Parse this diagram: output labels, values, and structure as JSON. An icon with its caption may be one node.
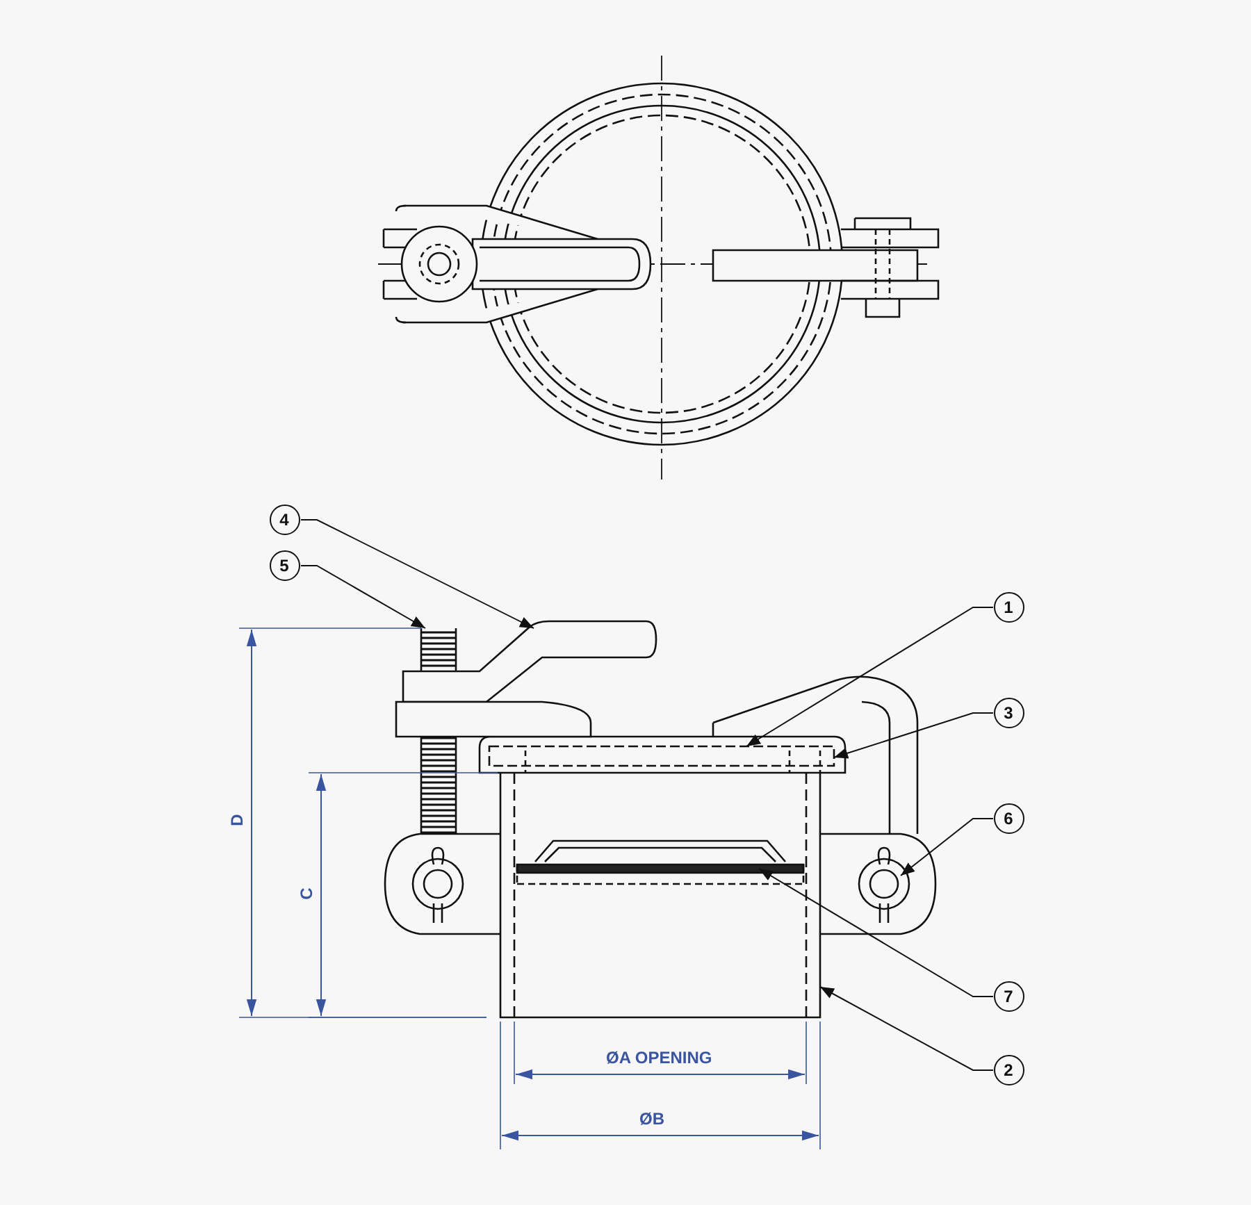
{
  "diagram": {
    "nodes": [
      {
        "text": [
          "4"
        ]
      },
      {
        "text": [
          "5"
        ]
      },
      {
        "text": [
          "1"
        ]
      },
      {
        "text": [
          "3"
        ]
      },
      {
        "text": [
          "6"
        ]
      },
      {
        "text": [
          "7"
        ]
      },
      {
        "text": [
          "2"
        ]
      }
    ],
    "edges": [
      {
        "from": 0,
        "to": null,
        "arrow": "to"
      },
      {
        "from": 1,
        "to": null,
        "arrow": "to"
      },
      {
        "from": 2,
        "to": null,
        "arrow": "to"
      },
      {
        "from": 3,
        "to": null,
        "arrow": "to"
      },
      {
        "from": 4,
        "to": null,
        "arrow": "to"
      },
      {
        "from": 5,
        "to": null,
        "arrow": "to"
      },
      {
        "from": 6,
        "to": null,
        "arrow": "to"
      }
    ],
    "labels": [
      "D",
      "C",
      "ØA OPENING",
      "ØB"
    ]
  }
}
